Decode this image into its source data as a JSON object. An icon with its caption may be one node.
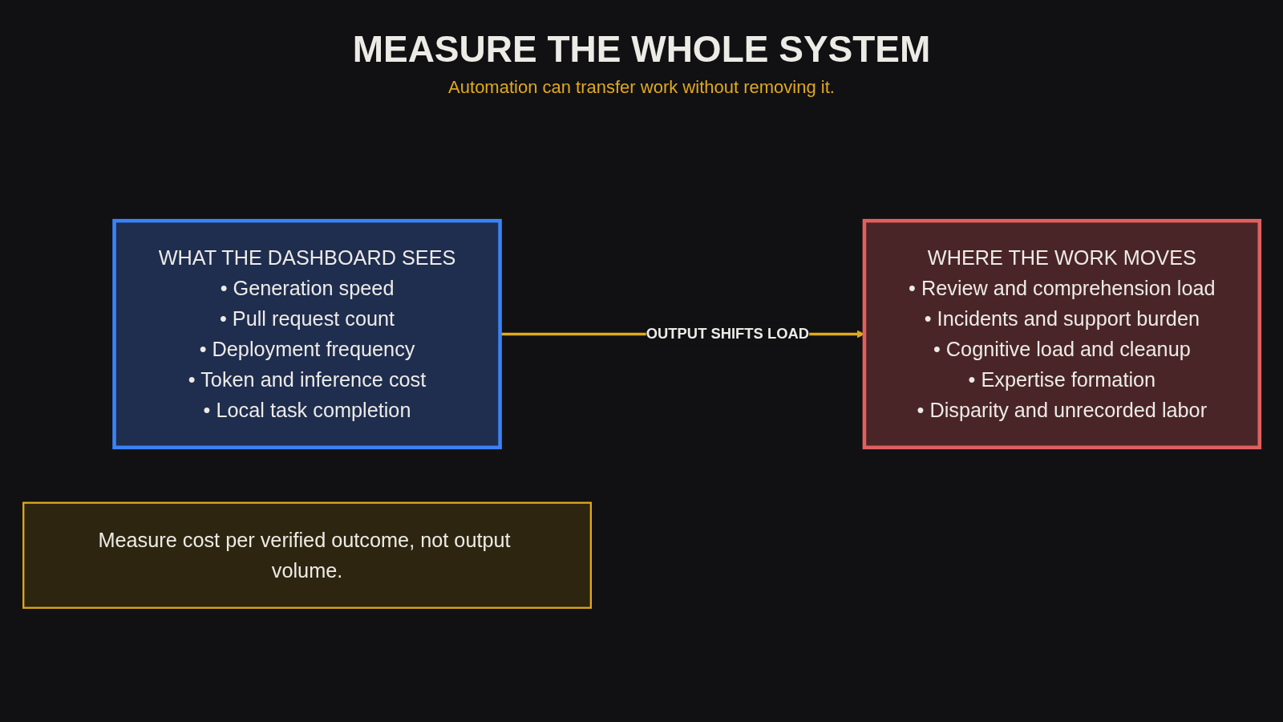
{
  "diagram": {
    "title": "MEASURE THE WHOLE SYSTEM",
    "nodes": [
      {
        "text": [
          "WHAT THE DASHBOARD SEES",
          "• Generation speed",
          "• Pull request count",
          "• Deployment frequency",
          "• Token and inference cost",
          "• Local task completion"
        ]
      },
      {
        "text": [
          "WHERE THE WORK MOVES",
          "• Review and comprehension load",
          "• Incidents and support burden",
          "• Cognitive load and cleanup",
          "• Expertise formation",
          "• Disparity and unrecorded labor"
        ]
      },
      {
        "text": [
          "Measure cost per verified outcome, not output volume."
        ]
      }
    ],
    "edges": [
      {
        "from": 0,
        "to": 1,
        "arrow": "to",
        "label": "OUTPUT SHIFTS LOAD",
        "color": "#e0a91c"
      }
    ],
    "labels": [
      "Automation can transfer work without removing it."
    ]
  }
}
